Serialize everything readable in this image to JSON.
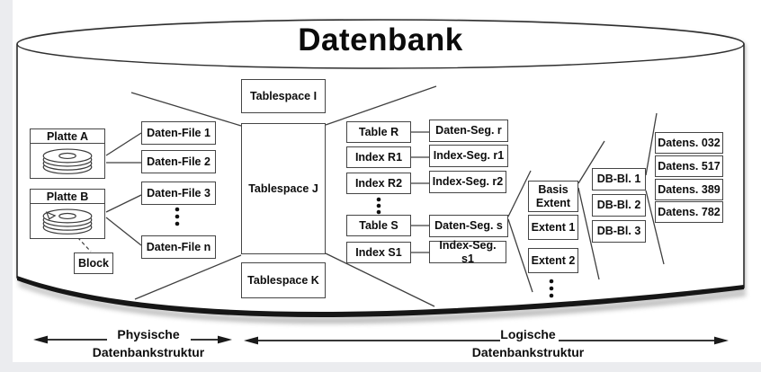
{
  "title": "Datenbank",
  "colors": {
    "line": "#3f3f3f",
    "box_border": "#454545",
    "text": "#0d0d0d",
    "cylinder_shadow": "#1a1a1a"
  },
  "physical": {
    "disk_a_label": "Platte A",
    "disk_b_label": "Platte B",
    "block_label": "Block",
    "files": [
      "Daten-File 1",
      "Daten-File 2",
      "Daten-File 3",
      "Daten-File n"
    ]
  },
  "tablespaces": [
    "Tablespace I",
    "Tablespace J",
    "Tablespace K"
  ],
  "tables": [
    "Table R",
    "Index R1",
    "Index R2",
    "Table S",
    "Index S1"
  ],
  "segments": [
    "Daten-Seg. r",
    "Index-Seg. r1",
    "Index-Seg. r2",
    "Daten-Seg. s",
    "Index-Seg. s1"
  ],
  "extents": {
    "basis": "Basis Extent",
    "items": [
      "Extent 1",
      "Extent 2"
    ]
  },
  "db_blocks": [
    "DB-Bl. 1",
    "DB-Bl. 2",
    "DB-Bl. 3"
  ],
  "records": [
    "Datens. 032",
    "Datens. 517",
    "Datens. 389",
    "Datens. 782"
  ],
  "legend": {
    "physical_line1": "Physische",
    "physical_line2": "Datenbankstruktur",
    "logical_line1": "Logische",
    "logical_line2": "Datenbankstruktur"
  }
}
